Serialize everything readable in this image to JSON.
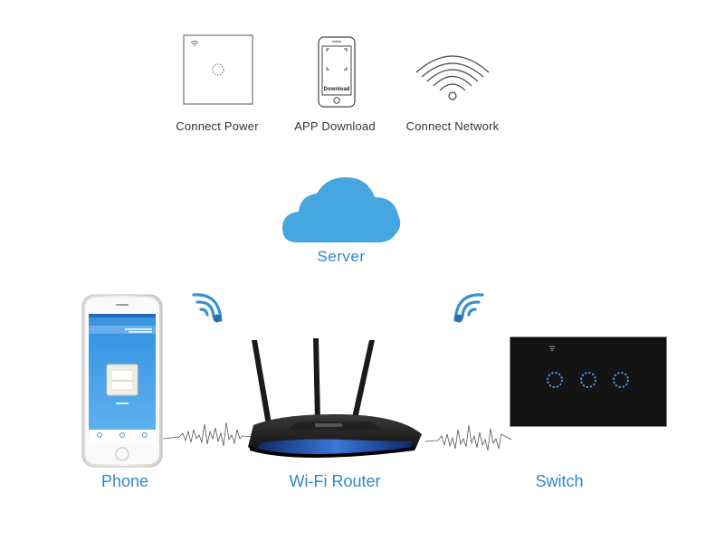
{
  "steps": [
    {
      "label": "Connect Power",
      "icon": "power-switch-icon"
    },
    {
      "label": "APP Download",
      "icon": "smartphone-download-icon"
    },
    {
      "label": "Connect Network",
      "icon": "wifi-icon"
    }
  ],
  "phone_screen": {
    "download_text": "Download"
  },
  "server": {
    "label": "Server",
    "icon": "cloud-icon"
  },
  "devices": {
    "phone": "Phone",
    "router": "Wi-Fi Router",
    "switch": "Switch"
  },
  "colors": {
    "accent": "#2f87c8",
    "cloud": "#45a6e0",
    "wifi_signal": "#3a8fd0",
    "switch_glass": "#111111",
    "touch_ring": "#4aa8ff"
  }
}
